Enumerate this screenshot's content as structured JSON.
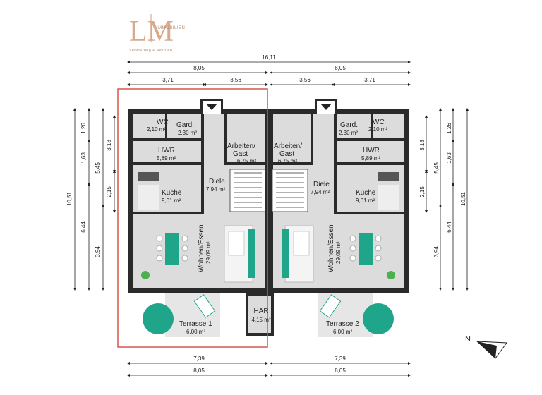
{
  "logo": {
    "letters": "LM",
    "brand": "IMMOBILIEN",
    "tagline": "Verwaltung & Vertrieb",
    "color": "#d9a98a"
  },
  "dimensions": {
    "top_total": "16,11",
    "top_half_left": "8,05",
    "top_half_right": "8,05",
    "top_seg_1": "3,71",
    "top_seg_2": "3,56",
    "top_seg_3": "3,56",
    "top_seg_4": "3,71",
    "bottom_1_left": "7,39",
    "bottom_1_right": "7,39",
    "bottom_2_left": "8,05",
    "bottom_2_right": "8,05",
    "left_total": "10,51",
    "left_a": "1,26",
    "left_b": "1,63",
    "left_c": "5,45",
    "left_d": "3,18",
    "left_e": "2,15",
    "left_f": "6,44",
    "left_g": "3,94",
    "right_total": "10,51",
    "right_a": "1,26",
    "right_b": "1,63",
    "right_c": "5,45",
    "right_d": "3,18",
    "right_e": "2,15",
    "right_f": "6,44",
    "right_g": "3,94"
  },
  "rooms": {
    "wc": {
      "name": "WC",
      "area": "2,10 m²"
    },
    "gard": {
      "name": "Gard.",
      "area": "2,30 m²"
    },
    "arbeiten_1": "Arbeiten/",
    "arbeiten_2": "Gast",
    "arbeiten_area": "6,75 m²",
    "hwr": {
      "name": "HWR",
      "area": "5,89 m²"
    },
    "diele": {
      "name": "Diele",
      "area": "7,94 m²"
    },
    "kueche": {
      "name": "Küche",
      "area": "9,01 m²"
    },
    "wohnen": {
      "name": "Wohnen/Essen",
      "area": "29,09 m²"
    },
    "terrasse1": {
      "name": "Terrasse 1",
      "area": "6,00 m²"
    },
    "terrasse2": {
      "name": "Terrasse 2",
      "area": "6,00 m²"
    },
    "har": {
      "name": "HAR",
      "area": "4,15 m²"
    }
  },
  "compass": {
    "label": "N"
  },
  "colors": {
    "highlight": "#d9534f",
    "accent": "#1fa58a",
    "wall": "#2a2a2a"
  }
}
